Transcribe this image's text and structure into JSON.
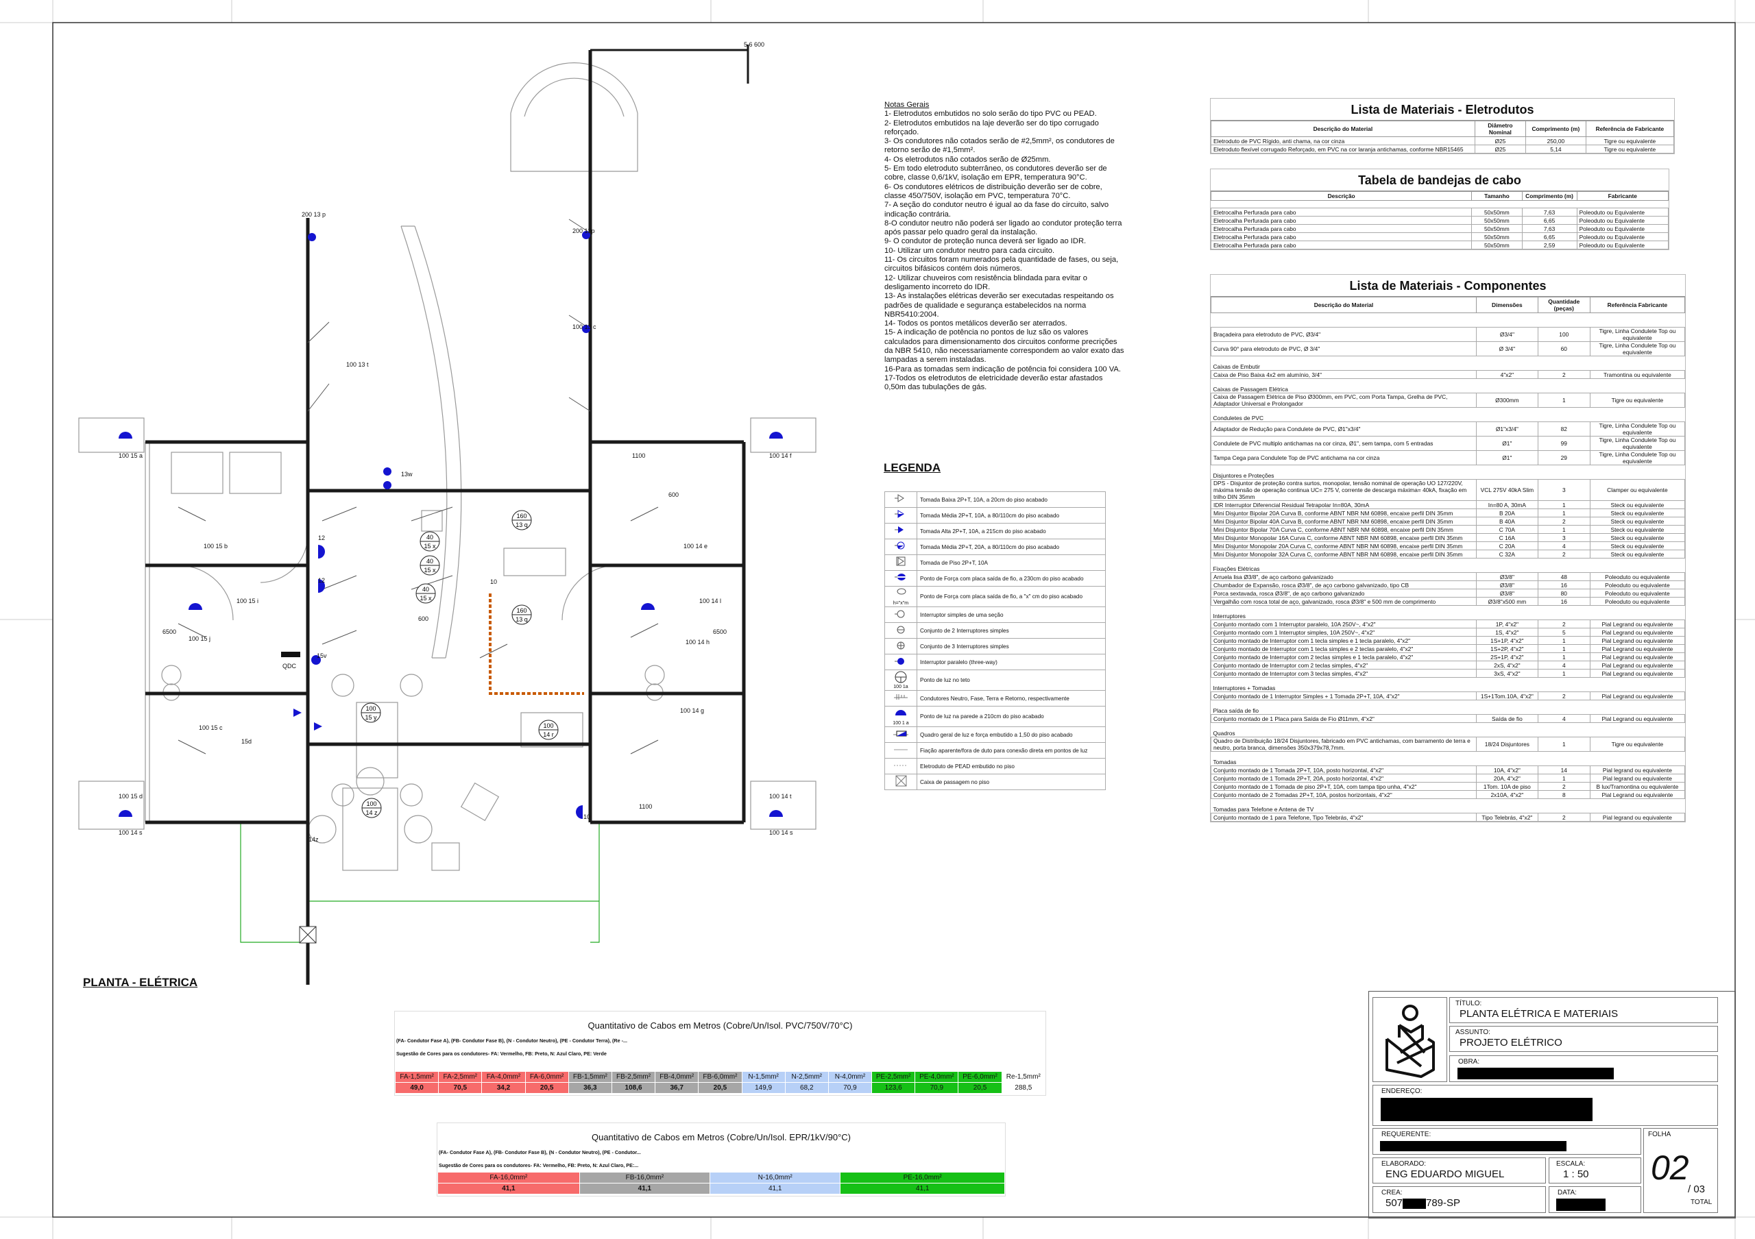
{
  "notes": {
    "title": "Notas Gerais",
    "items": [
      "1- Eletrodutos embutidos no solo serão do tipo PVC ou PEAD.",
      "2- Eletrodutos embutidos na laje deverão ser do tipo corrugado reforçado.",
      "3- Os condutores não cotados serão de #2,5mm², os condutores de retorno serão de #1,5mm².",
      "4- Os eletrodutos não cotados serão de Ø25mm.",
      "5- Em todo eletroduto subterrâneo, os condutores deverão ser de cobre, classe  0,6/1kV, isolação em EPR, temperatura 90°C.",
      "6- Os condutores elétricos de distribuição deverão ser de cobre, classe 450/750V, isolação em PVC, temperatura 70°C.",
      "7- A seção do condutor neutro é igual ao da fase do circuito, salvo indicação contrária.",
      "8-O condutor neutro não poderá ser ligado ao condutor proteção terra após passar pelo quadro geral da instalação.",
      "9- O condutor de proteção nunca deverá ser ligado ao IDR.",
      "10- Utilizar um condutor neutro para cada circuito.",
      "11- Os circuitos foram numerados pela quantidade de fases, ou seja, circuitos bifásicos contém dois números.",
      "12- Utilizar chuveiros com resistência blindada para evitar o desligamento incorreto do IDR.",
      "13- As instalações elétricas deverão ser executadas respeitando os padrões de qualidade e segurança estabelecidos na norma NBR5410:2004.",
      "14- Todos os pontos metálicos deverão ser aterrados.",
      "15- A indicação de potência no pontos de luz são os valores calculados para dimensionamento dos circuitos conforme precrições da NBR 5410, não necessariamente correspondem ao valor exato das lampadas a serem instaladas.",
      "16-Para as tomadas sem indicação de potência foi considera 100 VA.",
      "17-Todos os eletrodutos de eletricidade deverão estar afastados 0,50m das tubulações de gás."
    ]
  },
  "eletrodutos": {
    "title": "Lista de Materiais - Eletrodutos",
    "headers": [
      "Descrição do Material",
      "Diâmetro Nominal",
      "Comprimento (m)",
      "Referência de Fabricante"
    ],
    "rows": [
      [
        "Eletroduto de PVC Rígido, anti chama, na cor cinza",
        "Ø25",
        "250,00",
        "Tigre ou equivalente"
      ],
      [
        "Eletroduto flexível corrugado Reforçado, em PVC na cor laranja antichamas, conforme NBR15465",
        "Ø25",
        "5,14",
        "Tigre ou equivalente"
      ]
    ]
  },
  "bandejas": {
    "title": "Tabela de bandejas de cabo",
    "headers": [
      "Descrição",
      "Tamanho",
      "Comprimento (m)",
      "Fabricante"
    ],
    "rows": [
      [
        "Eletrocalha Perfurada para cabo",
        "50x50mm",
        "7,63",
        "Poleoduto ou Equivalente"
      ],
      [
        "Eletrocalha Perfurada para cabo",
        "50x50mm",
        "6,65",
        "Poleoduto ou Equivalente"
      ],
      [
        "Eletrocalha Perfurada para cabo",
        "50x50mm",
        "7,63",
        "Poleoduto ou Equivalente"
      ],
      [
        "Eletrocalha Perfurada para cabo",
        "50x50mm",
        "6,65",
        "Poleoduto ou Equivalente"
      ],
      [
        "Eletrocalha Perfurada para cabo",
        "50x50mm",
        "2,59",
        "Poleoduto ou Equivalente"
      ]
    ]
  },
  "componentes": {
    "title": "Lista de Materiais - Componentes",
    "headers": [
      "Descrição do Material",
      "Dimensões",
      "Quantidade (peças)",
      "Referência Fabricante"
    ],
    "sections": [
      {
        "name": "",
        "rows": [
          [
            "Braçadeira para eletroduto de PVC, Ø3/4\"",
            "Ø3/4\"",
            "100",
            "Tigre, Linha Condulete Top ou equivalente"
          ],
          [
            "Curva 90° para eletroduto de PVC, Ø 3/4\"",
            "Ø 3/4\"",
            "60",
            "Tigre, Linha Condulete Top ou equivalente"
          ]
        ]
      },
      {
        "name": "Caixas de Embutir",
        "rows": [
          [
            "Caixa de Piso Baixa 4x2 em alumínio, 3/4\"",
            "4\"x2\"",
            "2",
            "Tramontina ou equivalente"
          ]
        ]
      },
      {
        "name": "Caixas de Passagem Elétrica",
        "rows": [
          [
            "Caixa de Passagem Elétrica de Piso Ø300mm, em PVC, com Porta Tampa, Grelha de PVC, Adaptador Universal e Prolongador",
            "Ø300mm",
            "1",
            "Tigre ou equivalente"
          ]
        ]
      },
      {
        "name": "Conduletes de PVC",
        "rows": [
          [
            "Adaptador de Redução para Condulete de PVC, Ø1\"x3/4\"",
            "Ø1\"x3/4\"",
            "82",
            "Tigre, Linha Condulete Top ou equivalente"
          ],
          [
            "Condulete de PVC multiplo antichamas na cor cinza, Ø1\", sem tampa, com 5 entradas",
            "Ø1\"",
            "99",
            "Tigre, Linha Condulete Top ou equivalente"
          ],
          [
            "Tampa Cega para Condulete Top de PVC antichama na cor cinza",
            "Ø1\"",
            "29",
            "Tigre, Linha Condulete Top ou equivalente"
          ]
        ]
      },
      {
        "name": "Disjuntores e Proteções",
        "rows": [
          [
            "DPS - Disjuntor de proteção contra surtos, monopolar, tensão nominal de operação UO 127/220V, máxima tensão de operação continua UC= 275 V, corrente de descarga máxima= 40kA, fixação em trilho DIN 35mm",
            "VCL 275V 40kA Slim",
            "3",
            "Clamper ou equivalente"
          ],
          [
            "IDR Interruptor Diferencial Residual Tetrapolar In=80A, 30mA",
            "In=80 A, 30mA",
            "1",
            "Steck ou equivalente"
          ],
          [
            "Mini Disjuntor Bipolar 20A Curva B, conforme ABNT NBR NM 60898, encaixe perfil DIN 35mm",
            "B 20A",
            "1",
            "Steck ou equivalente"
          ],
          [
            "Mini Disjuntor Bipolar 40A Curva B, conforme ABNT NBR NM 60898, encaixe perfil DIN 35mm",
            "B 40A",
            "2",
            "Steck ou equivalente"
          ],
          [
            "Mini Disjuntor Bipolar 70A Curva C, conforme ABNT NBR NM 60898, encaixe perfil DIN 35mm",
            "C 70A",
            "1",
            "Steck ou equivalente"
          ],
          [
            "Mini Disjuntor Monopolar 16A Curva C, conforme ABNT NBR NM 60898, encaixe perfil DIN 35mm",
            "C 16A",
            "3",
            "Steck ou equivalente"
          ],
          [
            "Mini Disjuntor Monopolar 20A Curva C, conforme ABNT NBR NM 60898, encaixe perfil DIN 35mm",
            "C 20A",
            "4",
            "Steck ou equivalente"
          ],
          [
            "Mini Disjuntor Monopolar 32A Curva C, conforme ABNT NBR NM 60898, encaixe perfil DIN 35mm",
            "C 32A",
            "2",
            "Steck ou equivalente"
          ]
        ]
      },
      {
        "name": "Fixações Elétricas",
        "rows": [
          [
            "Arruela lisa Ø3/8\", de aço carbono galvanizado",
            "Ø3/8\"",
            "48",
            "Poleoduto ou equivalente"
          ],
          [
            "Chumbador de Expansão, rosca Ø3/8\", de aço carbono galvanizado, tipo CB",
            "Ø3/8\"",
            "16",
            "Poleoduto ou equivalente"
          ],
          [
            "Porca sextavada, rosca Ø3/8\", de aço carbono galvanizado",
            "Ø3/8\"",
            "80",
            "Poleoduto ou equivalente"
          ],
          [
            "Vergalhão com rosca total de aço, galvanizado, rosca Ø3/8\" e 500 mm de comprimento",
            "Ø3/8\"x500 mm",
            "16",
            "Poleoduto ou equivalente"
          ]
        ]
      },
      {
        "name": "Interruptores",
        "rows": [
          [
            "Conjunto montado com 1 Interruptor paralelo, 10A 250V~, 4\"x2\"",
            "1P, 4\"x2\"",
            "2",
            "Pial Legrand ou equivalente"
          ],
          [
            "Conjunto montado com 1 Interruptor simples, 10A 250V~, 4\"x2\"",
            "1S, 4\"x2\"",
            "5",
            "Pial Legrand ou equivalente"
          ],
          [
            "Conjunto montado de Interruptor com 1 tecla simples e 1 tecla paralelo, 4\"x2\"",
            "1S+1P, 4\"x2\"",
            "1",
            "Pial Legrand ou equivalente"
          ],
          [
            "Conjunto montado de Interruptor com 1 tecla simples e 2 teclas paralelo, 4\"x2\"",
            "1S+2P, 4\"x2\"",
            "1",
            "Pial Legrand ou equivalente"
          ],
          [
            "Conjunto montado de Interruptor com 2 teclas simples e 1 tecla paralelo, 4\"x2\"",
            "2S+1P, 4\"x2\"",
            "1",
            "Pial Legrand ou equivalente"
          ],
          [
            "Conjunto montado de Interruptor com 2 teclas simples, 4\"x2\"",
            "2xS, 4\"x2\"",
            "4",
            "Pial Legrand ou equivalente"
          ],
          [
            "Conjunto montado de Interruptor com 3 teclas simples, 4\"x2\"",
            "3xS, 4\"x2\"",
            "1",
            "Pial Legrand ou equivalente"
          ]
        ]
      },
      {
        "name": "Interruptores + Tomadas",
        "rows": [
          [
            "Conjunto montado de 1 Interruptor Simples + 1 Tomada 2P+T, 10A, 4\"x2\"",
            "1S+1Tom.10A, 4\"x2\"",
            "2",
            "Pial Legrand ou equivalente"
          ]
        ]
      },
      {
        "name": "Placa saída de fio",
        "rows": [
          [
            "Conjunto montado de 1 Placa para Saída de Fio Ø11mm, 4\"x2\"",
            "Saída de fio",
            "4",
            "Pial Legrand ou equivalente"
          ]
        ]
      },
      {
        "name": "Quadros",
        "rows": [
          [
            "Quadro de Distribuição 18/24 Disjuntores, fabricado em PVC antichamas, com barramento de terra e neutro, porta branca, dimensões 350x379x78,7mm.",
            "18/24 Disjuntores",
            "1",
            "Tigre ou equivalente"
          ]
        ]
      },
      {
        "name": "Tomadas",
        "rows": [
          [
            "Conjunto montado de 1 Tomada 2P+T, 10A, posto horizontal, 4\"x2\"",
            "10A, 4\"x2\"",
            "14",
            "Pial legrand ou equivalente"
          ],
          [
            "Conjunto montado de 1 Tomada 2P+T, 20A, posto horizontal, 4\"x2\"",
            "20A, 4\"x2\"",
            "1",
            "Pial legrand ou equivalente"
          ],
          [
            "Conjunto montado de 1 Tomada de piso 2P+T, 10A, com tampa tipo unha, 4\"x2\"",
            "1Tom. 10A de piso",
            "2",
            "B lux/Tramontina ou equivalente"
          ],
          [
            "Conjunto montado de 2 Tomadas 2P+T, 10A, postos horizontais, 4\"x2\"",
            "2x10A, 4\"x2\"",
            "8",
            "Pial Legrand ou equivalente"
          ]
        ]
      },
      {
        "name": "Tomadas para Telefone e Antena de TV",
        "rows": [
          [
            "Conjunto montado de 1 para Telefone, Tipo Telebrás, 4\"x2\"",
            "Tipo Telebrás, 4\"x2\"",
            "2",
            "Pial legrand ou equivalente"
          ]
        ]
      }
    ]
  },
  "legenda": {
    "title": "LEGENDA",
    "items": [
      {
        "icon": "tomada-baixa",
        "label": "Tomada Baixa 2P+T, 10A, a 20cm do piso acabado"
      },
      {
        "icon": "tomada-media",
        "label": "Tomada Média 2P+T, 10A, a 80/110cm do piso acabado"
      },
      {
        "icon": "tomada-alta",
        "label": "Tomada Alta 2P+T, 10A, a 215cm do piso acabado"
      },
      {
        "icon": "tomada-media-20a",
        "label": "Tomada Média 2P+T, 20A, a 80/110cm do piso acabado"
      },
      {
        "icon": "tomada-piso",
        "label": "Tomada de Piso 2P+T, 10A"
      },
      {
        "icon": "ponto-forca-230",
        "label": "Ponto de Força com placa saída de fio, a 230cm do piso acabado"
      },
      {
        "icon": "ponto-forca-x",
        "label": "Ponto de Força com placa saída de fio, a \"x\" cm do piso acabado",
        "icon_text": "h=\"x\"m"
      },
      {
        "icon": "interruptor-simples",
        "label": "Interruptor simples de uma seção"
      },
      {
        "icon": "interruptor-2",
        "label": "Conjunto de 2 Interruptores simples"
      },
      {
        "icon": "interruptor-3",
        "label": "Conjunto de 3 Interruptores simples"
      },
      {
        "icon": "interruptor-paralelo",
        "label": "Interruptor paralelo (three-way)"
      },
      {
        "icon": "ponto-luz-teto",
        "label": "Ponto de luz no teto",
        "icon_text": "100 1a"
      },
      {
        "icon": "condutores",
        "label": "Condutores Neutro, Fase, Terra e Retorno, respectivamente"
      },
      {
        "icon": "ponto-luz-parede",
        "label": "Ponto de luz na parede a 210cm do piso acabado",
        "icon_text": "100 1 a"
      },
      {
        "icon": "quadro-geral",
        "label": "Quadro geral de luz e força embutido a 1,50 do piso acabado"
      },
      {
        "icon": "fiacao-aparente",
        "label": "Fiação aparente/fora de duto para conexão direta em pontos de luz"
      },
      {
        "icon": "eletroduto-pead",
        "label": "Eletroduto de PEAD embutido no piso"
      },
      {
        "icon": "caixa-passagem",
        "label": "Caixa de passagem no piso"
      }
    ]
  },
  "plan": {
    "title": "PLANTA - ELÉTRICA",
    "qdc_label": "QDC",
    "lights": [
      {
        "power": "160",
        "circuit": "13 q"
      },
      {
        "power": "160",
        "circuit": "13 q"
      },
      {
        "power": "100",
        "circuit": "15 y"
      },
      {
        "power": "100",
        "circuit": "14 r"
      },
      {
        "power": "100",
        "circuit": "14 z"
      },
      {
        "power": "40",
        "circuit": "15 x"
      },
      {
        "power": "40",
        "circuit": "15 x"
      },
      {
        "power": "40",
        "circuit": "15 x"
      }
    ],
    "labels": [
      "200 13 p",
      "200 13p",
      "100 13 c",
      "100 13 t",
      "100 15 a",
      "100 14 f",
      "100 15 b",
      "100 14 e",
      "100 15 i",
      "100 14 l",
      "6500",
      "6500",
      "100 15 j",
      "100 14 h",
      "100 15 c",
      "100 14 g",
      "100 15 d",
      "100 14 t",
      "100 14 s",
      "100 14 s",
      "15v",
      "13w",
      "600",
      "600",
      "1100",
      "1100",
      "5,6 600",
      "10",
      "10",
      "12",
      "12",
      "15d",
      "14z"
    ]
  },
  "cabos_pvc": {
    "title": "Quantitativo de Cabos em Metros (Cobre/Un/Isol. PVC/750V/70°C)",
    "line1": "(FA- Condutor Fase A), (FB- Condutor Fase B), (N - Condutor Neutro), (PE - Condutor Terra), (Re -...",
    "line2": "Sugestão de Cores para os condutores-  FA: Vermelho, FB: Preto, N: Azul Claro, PE: Verde",
    "colors": {
      "FA": "#f76b6b",
      "FB": "#a6a6a6",
      "N": "#b7d0f7",
      "PE": "#16c016",
      "Re": "#ffffff"
    },
    "columns": [
      {
        "group": "FA",
        "label": "FA-1,5mm²",
        "value": "49,0"
      },
      {
        "group": "FA",
        "label": "FA-2,5mm²",
        "value": "70,5"
      },
      {
        "group": "FA",
        "label": "FA-4,0mm²",
        "value": "34,2"
      },
      {
        "group": "FA",
        "label": "FA-6,0mm²",
        "value": "20,5"
      },
      {
        "group": "FB",
        "label": "FB-1,5mm²",
        "value": "36,3"
      },
      {
        "group": "FB",
        "label": "FB-2,5mm²",
        "value": "108,6"
      },
      {
        "group": "FB",
        "label": "FB-4,0mm²",
        "value": "36,7"
      },
      {
        "group": "FB",
        "label": "FB-6,0mm²",
        "value": "20,5"
      },
      {
        "group": "N",
        "label": "N-1,5mm²",
        "value": "149,9"
      },
      {
        "group": "N",
        "label": "N-2,5mm²",
        "value": "68,2"
      },
      {
        "group": "N",
        "label": "N-4,0mm²",
        "value": "70,9"
      },
      {
        "group": "PE",
        "label": "PE-2,5mm²",
        "value": "123,6"
      },
      {
        "group": "PE",
        "label": "PE-4,0mm²",
        "value": "70,9"
      },
      {
        "group": "PE",
        "label": "PE-6,0mm²",
        "value": "20,5"
      },
      {
        "group": "Re",
        "label": "Re-1,5mm²",
        "value": "288,5"
      }
    ]
  },
  "cabos_epr": {
    "title": "Quantitativo de Cabos em Metros (Cobre/Un/Isol. EPR/1kV/90°C)",
    "line1": "(FA- Condutor Fase A), (FB- Condutor Fase B), (N - Condutor Neutro), (PE - Condutor...",
    "line2": "Sugestão de Cores para os condutores-  FA: Vermelho, FB: Preto, N: Azul Claro, PE:...",
    "columns": [
      {
        "group": "FA",
        "label": "FA-16,0mm²",
        "value": "41,1"
      },
      {
        "group": "FB",
        "label": "FB-16,0mm²",
        "value": "41,1"
      },
      {
        "group": "N",
        "label": "N-16,0mm²",
        "value": "41,1"
      },
      {
        "group": "PE",
        "label": "PE-16,0mm²",
        "value": "41,1"
      }
    ]
  },
  "title_block": {
    "titulo_label": "TÍTULO:",
    "titulo": "PLANTA ELÉTRICA E MATERIAIS",
    "assunto_label": "ASSUNTO:",
    "assunto": "PROJETO ELÉTRICO",
    "obra_label": "OBRA:",
    "endereco_label": "ENDEREÇO:",
    "requerente_label": "REQUERENTE:",
    "elaborado_label": "ELABORADO:",
    "elaborado": "ENG EDUARDO MIGUEL",
    "escala_label": "ESCALA:",
    "escala": "1 : 50",
    "crea_label": "CREA:",
    "crea_prefix": "507",
    "crea_suffix": "789-SP",
    "data_label": "DATA:",
    "folha_label": "FOLHA",
    "folha": "02",
    "total": "/ 03",
    "total_label": "TOTAL"
  }
}
